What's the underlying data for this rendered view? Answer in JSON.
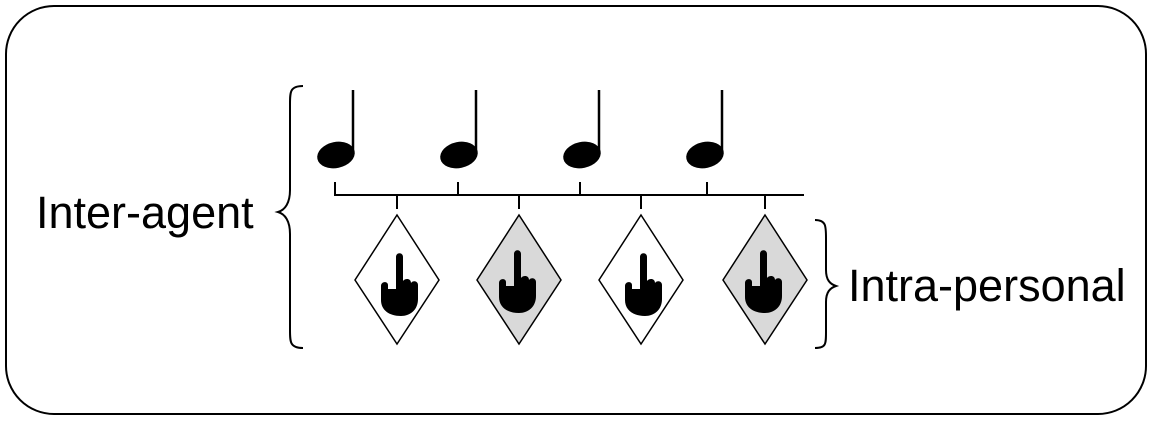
{
  "labels": {
    "inter_agent": "Inter-agent",
    "intra_personal": "Intra-personal"
  },
  "notes": [
    {
      "symbol": "quarter-note"
    },
    {
      "symbol": "quarter-note"
    },
    {
      "symbol": "quarter-note"
    },
    {
      "symbol": "quarter-note"
    }
  ],
  "taps": [
    {
      "icon": "pointing-finger-icon",
      "fill": "#ffffff"
    },
    {
      "icon": "pointing-finger-icon",
      "fill": "#d9d9d9"
    },
    {
      "icon": "pointing-finger-icon",
      "fill": "#ffffff"
    },
    {
      "icon": "pointing-finger-icon",
      "fill": "#d9d9d9"
    }
  ],
  "colors": {
    "stroke": "#000000",
    "background": "#ffffff",
    "shaded_diamond": "#d9d9d9"
  }
}
